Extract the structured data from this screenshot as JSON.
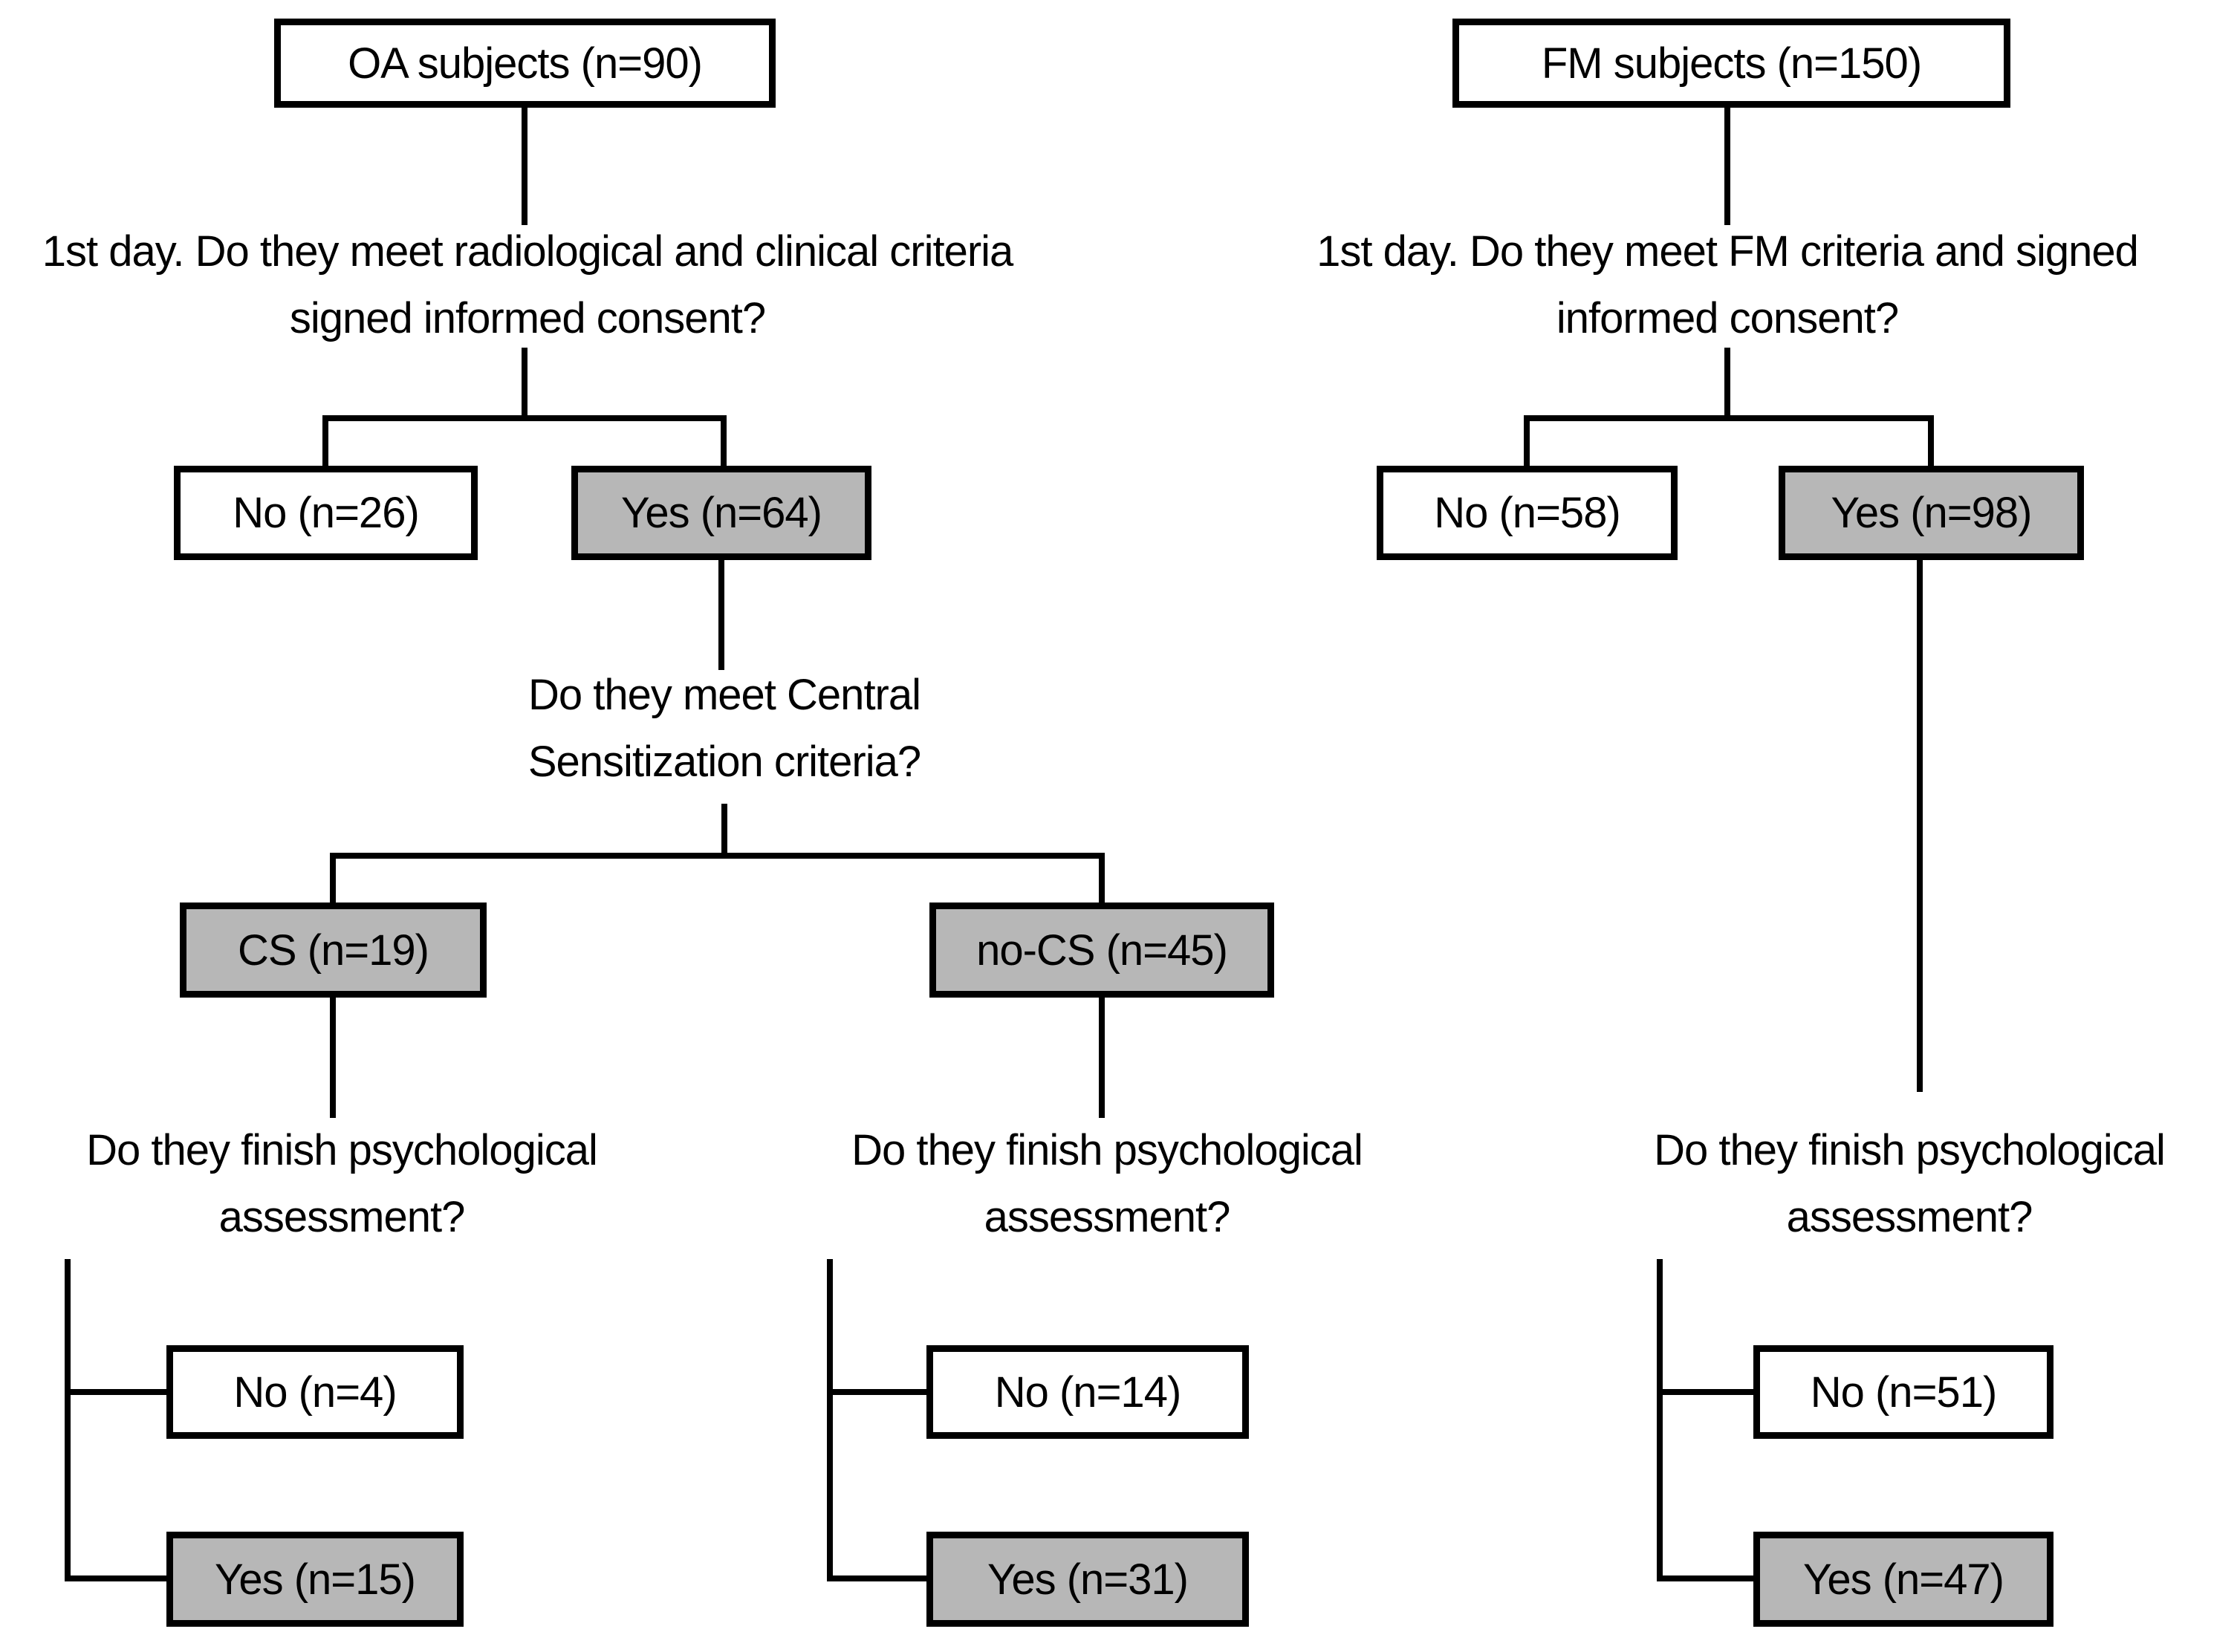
{
  "colors": {
    "background": "#ffffff",
    "line_color": "#000000",
    "plain_fill": "#ffffff",
    "shaded_fill": "#b7b7b7"
  },
  "flowchart": {
    "oa": {
      "root": "OA subjects (n=90)",
      "question_1": "1st day. Do they meet radiological and clinical criteria signed informed consent?",
      "no_1": "No (n=26)",
      "yes_1": "Yes (n=64)",
      "question_2": "Do they meet Central Sensitization criteria?",
      "cs": "CS (n=19)",
      "no_cs": "no-CS (n=45)",
      "cs_question": "Do they finish psychological assessment?",
      "cs_no": "No (n=4)",
      "cs_yes": "Yes (n=15)",
      "no_cs_question": "Do they finish psychological assessment?",
      "no_cs_no": "No (n=14)",
      "no_cs_yes": "Yes (n=31)"
    },
    "fm": {
      "root": "FM subjects (n=150)",
      "question_1": "1st day. Do they meet FM criteria and signed informed consent?",
      "no_1": "No (n=58)",
      "yes_1": "Yes (n=98)",
      "question_2": "Do they finish psychological assessment?",
      "no_2": "No (n=51)",
      "yes_2": "Yes (n=47)"
    }
  }
}
